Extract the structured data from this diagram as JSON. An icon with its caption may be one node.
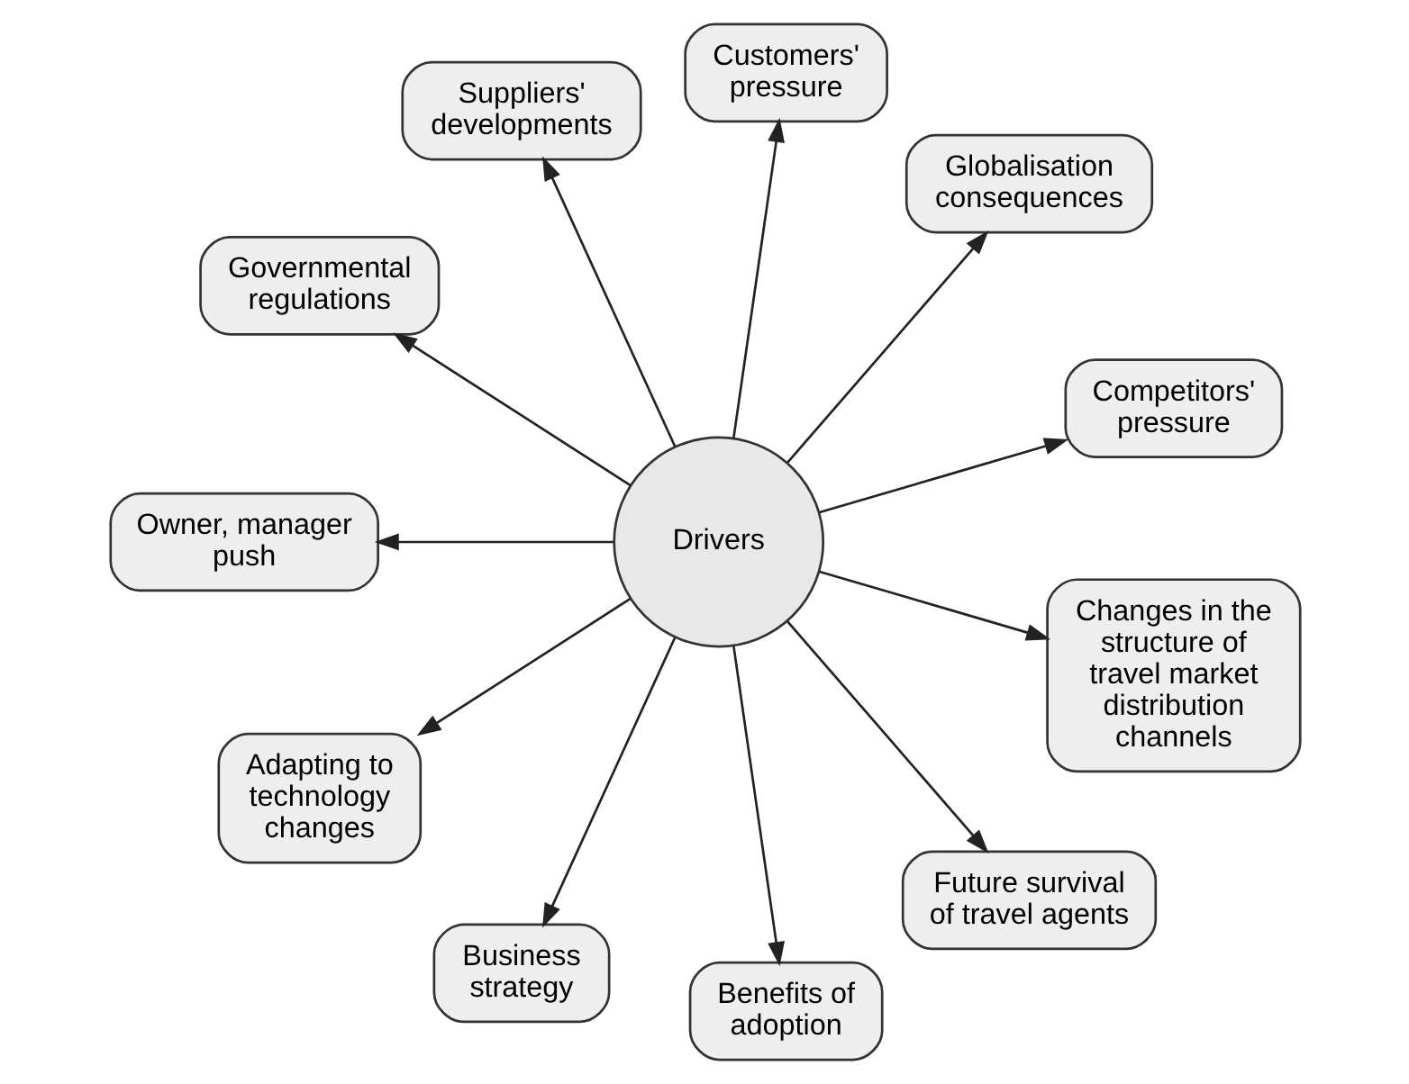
{
  "diagram": {
    "nodes": [
      {
        "text": [
          "Competitors' pressure"
        ]
      },
      {
        "text": [
          "Globalisation consequences"
        ]
      },
      {
        "text": [
          "Customers' pressure"
        ]
      },
      {
        "text": [
          "Suppliers' developments"
        ]
      },
      {
        "text": [
          "Governmental regulations"
        ]
      },
      {
        "text": [
          "Drivers"
        ]
      },
      {
        "text": [
          "Owner, manager push"
        ]
      },
      {
        "text": [
          "Adapting to technology changes"
        ]
      },
      {
        "text": [
          "Business strategy"
        ]
      },
      {
        "text": [
          "Benefits of adoption"
        ]
      },
      {
        "text": [
          "Future survival of travel agents"
        ]
      },
      {
        "text": [
          "Changes in the structure of travel market distribution channels"
        ]
      }
    ],
    "edges": [
      {
        "from": 5,
        "to": 0,
        "arrow": "to"
      },
      {
        "from": 5,
        "to": 1,
        "arrow": "to"
      },
      {
        "from": 5,
        "to": 3,
        "arrow": "to"
      },
      {
        "from": 5,
        "to": 6,
        "arrow": "to"
      },
      {
        "from": 5,
        "to": 8,
        "arrow": "to"
      },
      {
        "from": 5,
        "to": 11,
        "arrow": "to"
      },
      {
        "from": 5,
        "to": 9,
        "arrow": "to"
      },
      {
        "from": 5,
        "to": 10,
        "arrow": "to"
      },
      {
        "from": 5,
        "to": 7,
        "arrow": "to"
      },
      {
        "from": 5,
        "to": 4,
        "arrow": "to"
      },
      {
        "from": 5,
        "to": 2,
        "arrow": "to"
      }
    ]
  }
}
